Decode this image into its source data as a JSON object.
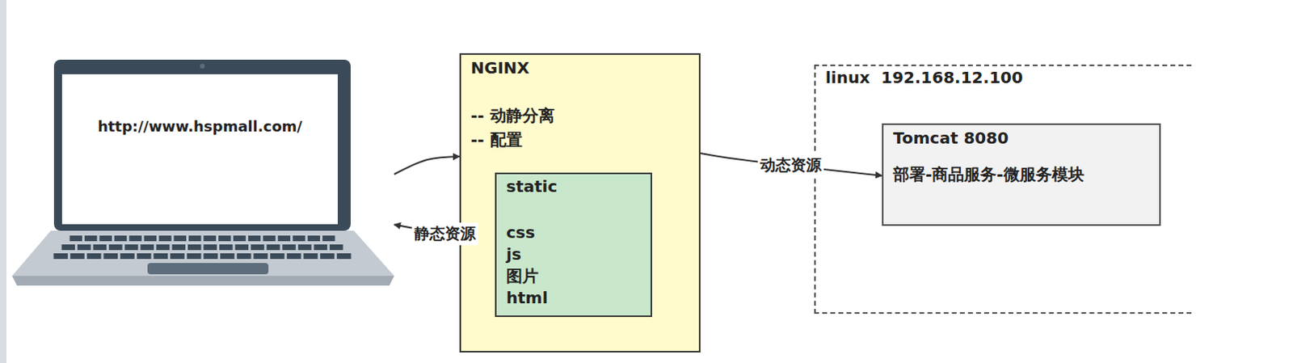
{
  "diagram": {
    "nodes": [
      {
        "text": [
          "http://www.hspmall.com/"
        ]
      },
      {
        "text": [
          "NGINX",
          "-- 动静分离",
          "-- 配置"
        ]
      },
      {
        "text": [
          "static",
          "css",
          "js",
          "图片",
          "html"
        ],
        "in": 1
      },
      {
        "text": [
          "linux  192.168.12.100"
        ]
      },
      {
        "text": [
          "Tomcat 8080",
          "部署-商品服务-微服务模块"
        ],
        "in": 3
      }
    ],
    "edges": [
      {
        "from": 0,
        "to": 1,
        "arrow": "to"
      },
      {
        "from": 2,
        "to": 0,
        "label": "静态资源",
        "arrow": "to"
      },
      {
        "from": 1,
        "to": 4,
        "label": "动态资源",
        "arrow": "to"
      }
    ]
  }
}
